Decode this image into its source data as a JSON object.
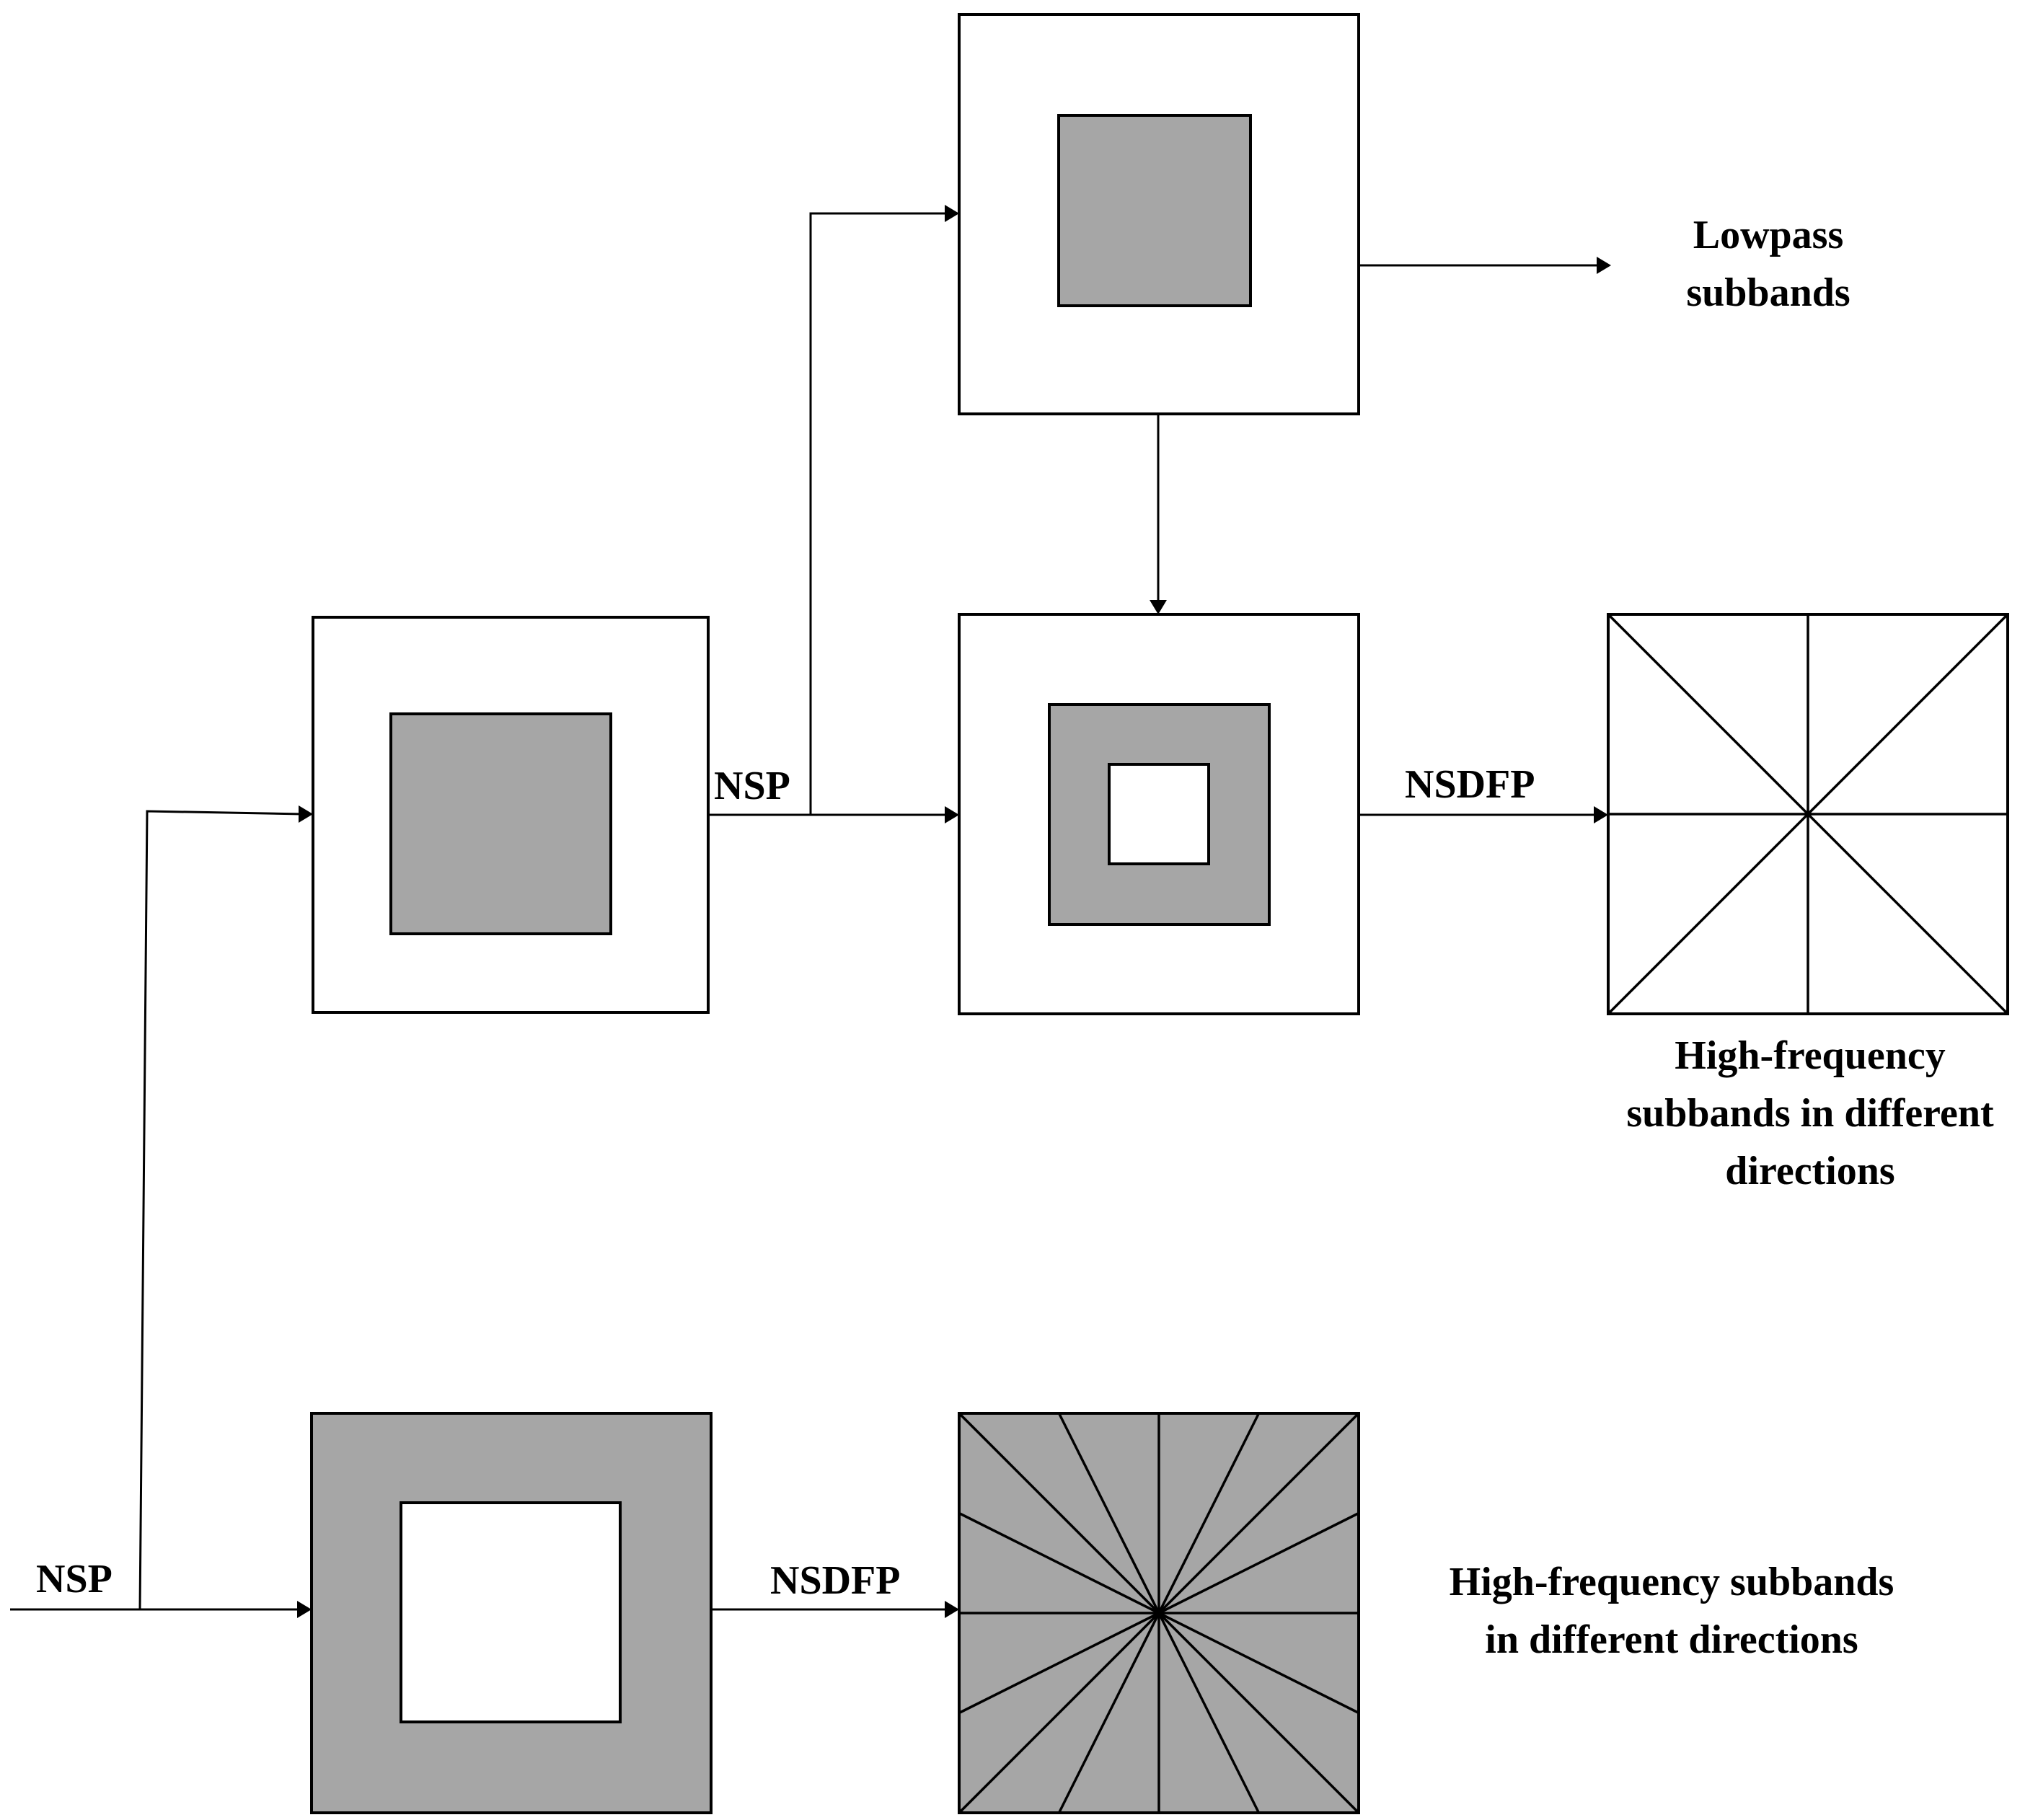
{
  "labels": {
    "nsp_input": "NSP",
    "nsp_level2": "NSP",
    "nsdfp_level2": "NSDFP",
    "nsdfp_level1": "NSDFP",
    "lowpass_line1": "Lowpass",
    "lowpass_line2": "subbands",
    "hf_level2_line1": "High-frequency",
    "hf_level2_line2": "subbands in different",
    "hf_level2_line3": "directions",
    "hf_level1_line1": "High-frequency subbands",
    "hf_level1_line2": "in different directions"
  },
  "directional_filters": {
    "level2_directions": 8,
    "level1_directions": 16
  },
  "colors": {
    "subband_fill": "#a6a6a6",
    "background": "#ffffff",
    "stroke": "#000000"
  }
}
